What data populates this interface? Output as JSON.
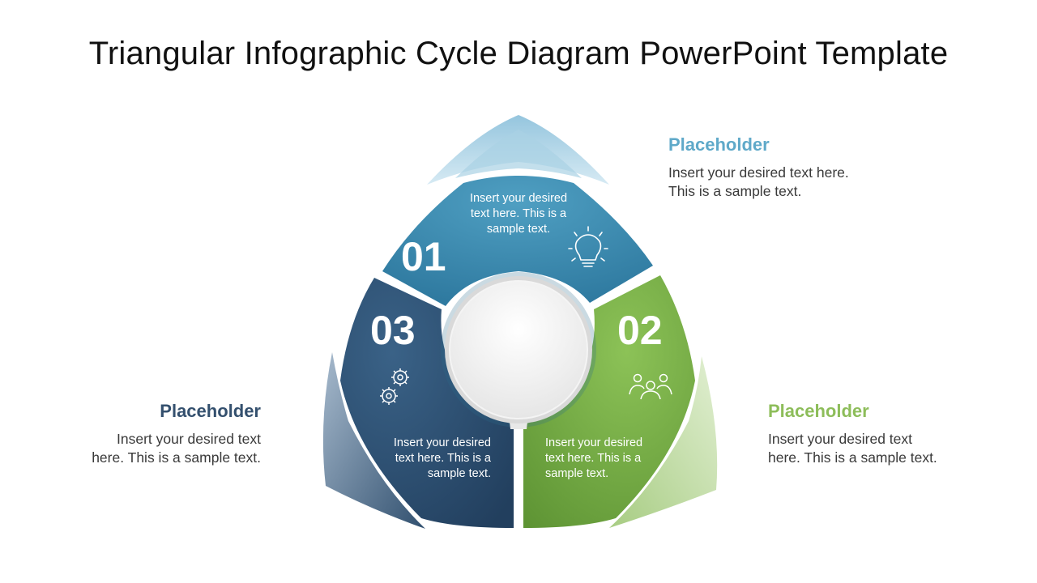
{
  "title": "Triangular Infographic Cycle Diagram PowerPoint Template",
  "colors": {
    "blue": "#3f8fb3",
    "navy": "#2e5071",
    "green": "#74ab43",
    "side_blue": "#5fa9c9",
    "side_navy": "#34506e",
    "side_green": "#8dbd5a"
  },
  "segments": [
    {
      "number": "01",
      "text": "Insert your desired text here. This is a sample text.",
      "icon": "lightbulb-icon"
    },
    {
      "number": "02",
      "text": "Insert your desired text here. This is a sample text.",
      "icon": "team-icon"
    },
    {
      "number": "03",
      "text": "Insert your desired text here. This is a sample text.",
      "icon": "gears-icon"
    }
  ],
  "side_blocks": {
    "top_right": {
      "title": "Placeholder",
      "body": "Insert your desired text here. This is a sample text."
    },
    "left": {
      "title": "Placeholder",
      "body": "Insert your desired text here. This is a sample text."
    },
    "right": {
      "title": "Placeholder",
      "body": "Insert your desired text here. This is a sample text."
    }
  }
}
